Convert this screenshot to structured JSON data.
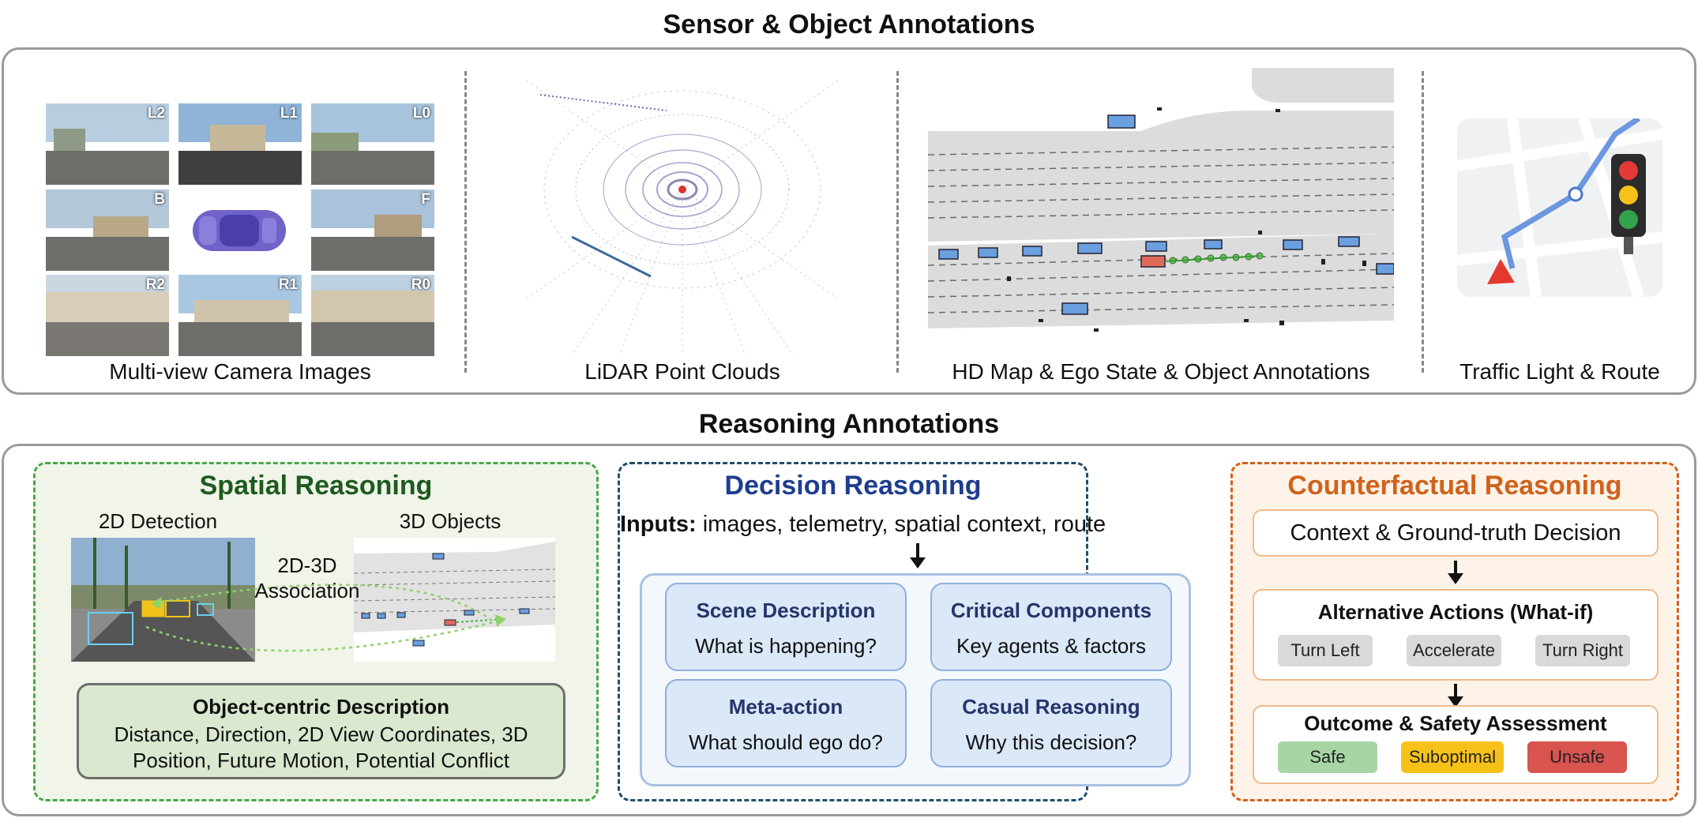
{
  "sensor": {
    "title": "Sensor & Object Annotations",
    "cameras": [
      {
        "label": "L2"
      },
      {
        "label": "L1"
      },
      {
        "label": "L0"
      },
      {
        "label": "B"
      },
      {
        "label": ""
      },
      {
        "label": "F"
      },
      {
        "label": "R2"
      },
      {
        "label": "R1"
      },
      {
        "label": "R0"
      }
    ],
    "captions": {
      "camera": "Multi-view Camera Images",
      "lidar": "LiDAR Point Clouds",
      "hdmap": "HD Map & Ego State & Object Annotations",
      "traffic": "Traffic Light & Route"
    }
  },
  "reasoning": {
    "title": "Reasoning Annotations",
    "spatial": {
      "title": "Spatial Reasoning",
      "detection_2d": "2D Detection",
      "objects_3d": "3D Objects",
      "association_line1": "2D-3D",
      "association_line2": "Association",
      "desc_title": "Object-centric Description",
      "desc_line1": "Distance, Direction, 2D View Coordinates, 3D",
      "desc_line2": "Position, Future Motion, Potential Conflict"
    },
    "decision": {
      "title": "Decision Reasoning",
      "inputs_label": "Inputs:",
      "inputs_text": "images, telemetry, spatial context, route",
      "boxes": [
        {
          "heading": "Scene Description",
          "text": "What is happening?"
        },
        {
          "heading": "Critical Components",
          "text": "Key agents & factors"
        },
        {
          "heading": "Meta-action",
          "text": "What should ego do?"
        },
        {
          "heading": "Casual Reasoning",
          "text": "Why this decision?"
        }
      ]
    },
    "counterfactual": {
      "title": "Counterfactual Reasoning",
      "context": "Context & Ground-truth Decision",
      "alt_title": "Alternative Actions (What-if)",
      "actions": [
        "Turn Left",
        "Accelerate",
        "Turn Right"
      ],
      "outcome_title": "Outcome & Safety Assessment",
      "outcomes": [
        "Safe",
        "Suboptimal",
        "Unsafe"
      ]
    }
  },
  "colors": {
    "spatial_green": "#1e5a1e",
    "decision_blue": "#1f3d8f",
    "counterfactual_orange": "#d0621c",
    "safe": "#a8d5a4",
    "suboptimal": "#f6c21a",
    "unsafe": "#d9534f"
  }
}
